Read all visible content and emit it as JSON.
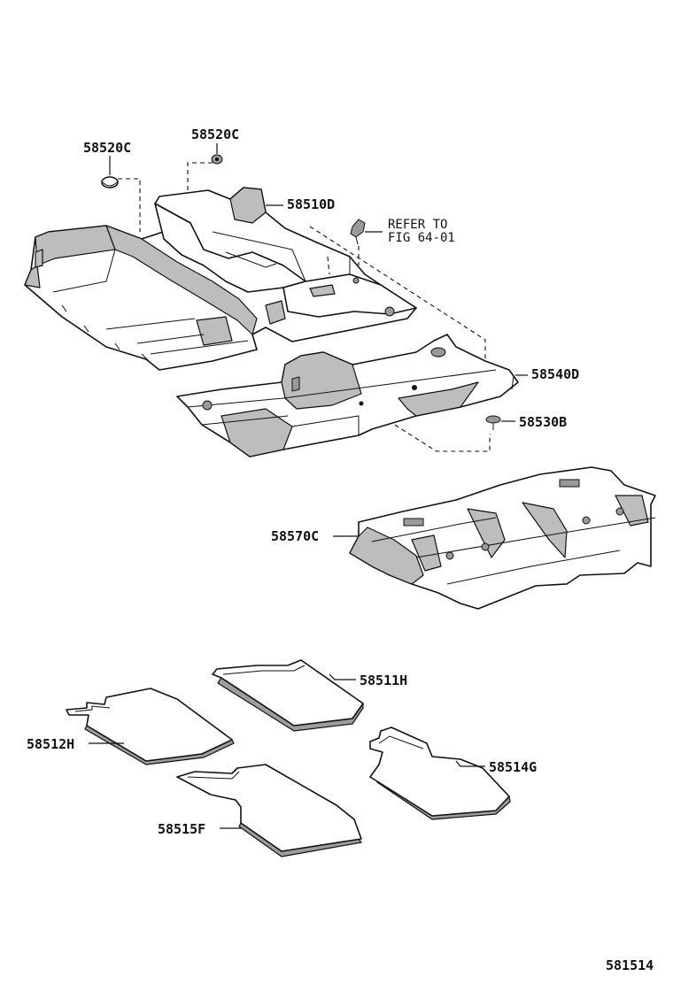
{
  "labels": {
    "clip_left": "58520C",
    "clip_right": "58520C",
    "front_carpet": "58510D",
    "refer_line1": "REFER TO",
    "refer_line2": "FIG 64-01",
    "rear_carpet": "58540D",
    "clip_rear": "58530B",
    "silencer": "58570C",
    "mat_front_right": "58511H",
    "mat_front_left": "58512H",
    "mat_rear_right": "58514G",
    "mat_rear_left": "58515F",
    "figure_number": "581514"
  }
}
